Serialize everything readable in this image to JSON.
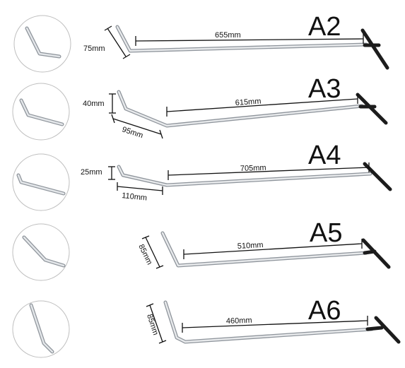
{
  "colors": {
    "rod": "#c9cdd2",
    "rod_edge": "#8e949b",
    "handle": "#1c1c1c",
    "dimension_line": "#111111",
    "circle_border": "#bfbfbf"
  },
  "tools": [
    {
      "model": "A2",
      "length": "655mm",
      "bend_height": "75mm",
      "bend_run": ""
    },
    {
      "model": "A3",
      "length": "615mm",
      "bend_height": "40mm",
      "bend_run": "95mm"
    },
    {
      "model": "A4",
      "length": "705mm",
      "bend_height": "25mm",
      "bend_run": "110mm"
    },
    {
      "model": "A5",
      "length": "510mm",
      "bend_height": "85mm",
      "bend_run": ""
    },
    {
      "model": "A6",
      "length": "460mm",
      "bend_height": "85mm",
      "bend_run": ""
    }
  ]
}
